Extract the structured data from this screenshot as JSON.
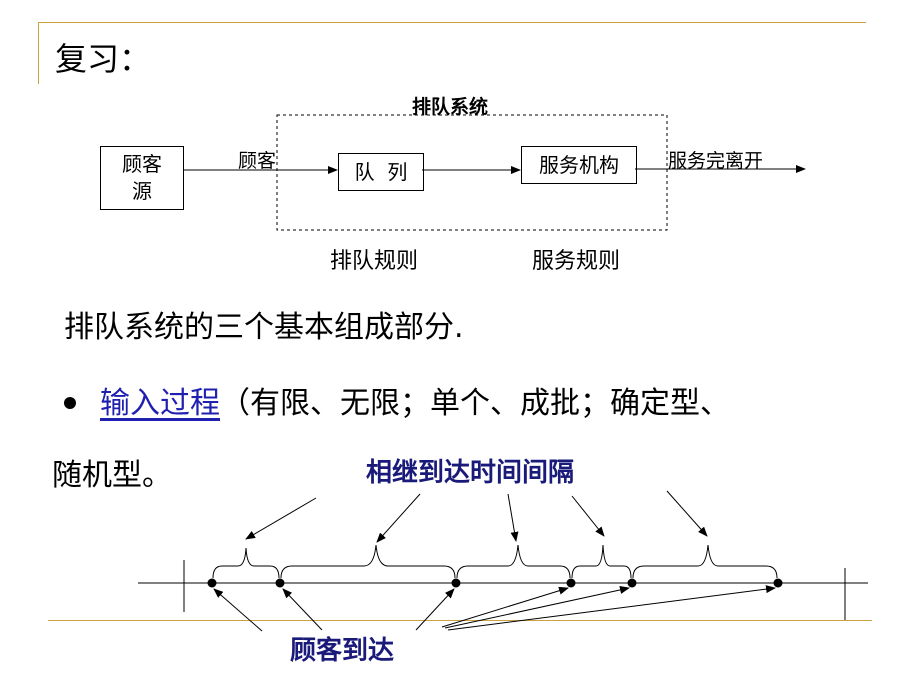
{
  "title": "复习：",
  "diagram": {
    "system_label": "排队系统",
    "source_box": [
      "顾客",
      "源"
    ],
    "arrow_in_label": "顾客",
    "queue_box": "队  列",
    "service_box": "服务机构",
    "exit_label": "服务完离开",
    "queue_rule": "排队规则",
    "service_rule": "服务规则"
  },
  "heading": "排队系统的三个基本组成部分.",
  "bullet": {
    "link_text": "输入过程",
    "rest_line1": "（有限、无限；单个、成批；确定型、",
    "line2": "随机型。"
  },
  "timeline": {
    "interval_label": "相继到达时间间隔",
    "arrival_label": "顾客到达"
  }
}
